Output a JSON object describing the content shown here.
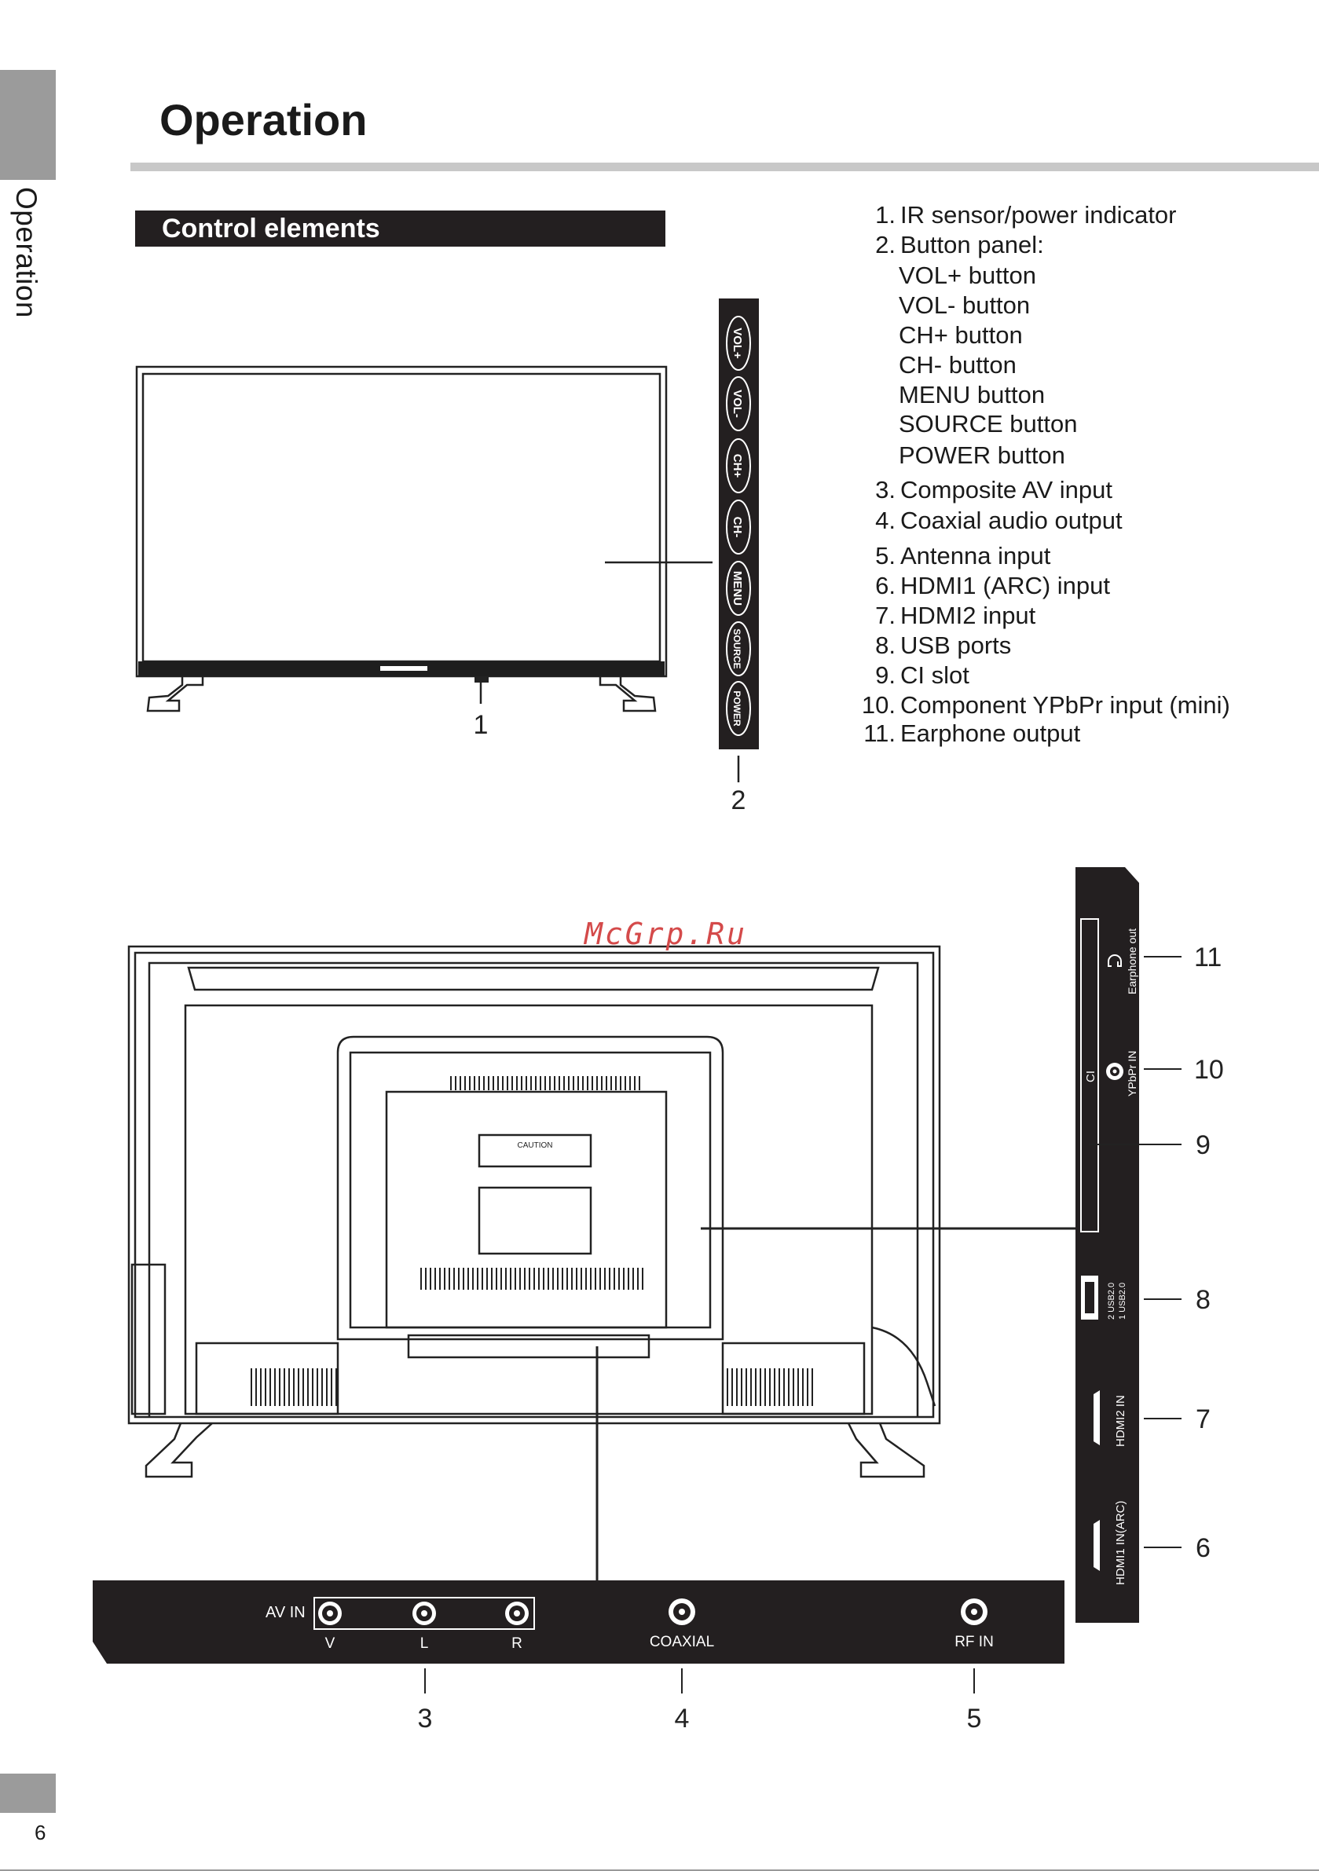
{
  "side_label": "Operation",
  "page_title": "Operation",
  "section_title": "Control elements",
  "legend": [
    {
      "num": "1.",
      "label": "IR sensor/power indicator"
    },
    {
      "num": "2.",
      "label": "Button panel:"
    },
    {
      "num": "3.",
      "label": "Composite AV input"
    },
    {
      "num": "4.",
      "label": "Coaxial audio output"
    },
    {
      "num": "5.",
      "label": "Antenna input"
    },
    {
      "num": "6.",
      "label": "HDMI1 (ARC) input"
    },
    {
      "num": "7.",
      "label": "HDMI2 input"
    },
    {
      "num": "8.",
      "label": "USB ports"
    },
    {
      "num": "9.",
      "label": "CI slot"
    },
    {
      "num": "10.",
      "label": "Component YPbPr input (mini)"
    },
    {
      "num": "11.",
      "label": "Earphone output"
    }
  ],
  "button_panel_items": [
    "VOL+ button",
    "VOL- button",
    "CH+ button",
    "CH- button",
    "MENU button",
    "SOURCE button",
    "POWER button"
  ],
  "panel_buttons": [
    "VOL+",
    "VOL-",
    "CH+",
    "CH-",
    "MENU",
    "SOURCE",
    "POWER"
  ],
  "callouts": {
    "c1": "1",
    "c2": "2",
    "c3": "3",
    "c4": "4",
    "c5": "5",
    "c6": "6",
    "c7": "7",
    "c8": "8",
    "c9": "9",
    "c10": "10",
    "c11": "11"
  },
  "bottom_panel": {
    "av_in": "AV IN",
    "v": "V",
    "l": "L",
    "r": "R",
    "coaxial": "COAXIAL",
    "rf_in": "RF IN"
  },
  "side_panel": {
    "earphone": "Earphone out",
    "ypbpr": "YPbPr IN",
    "ci": "CI",
    "usb1": "2 USB2.0",
    "usb2": "1 USB2.0",
    "hdmi2": "HDMI2 IN",
    "hdmi1": "HDMI1 IN(ARC)"
  },
  "caution_label": "CAUTION",
  "watermark": "McGrp.Ru",
  "page_number": "6"
}
